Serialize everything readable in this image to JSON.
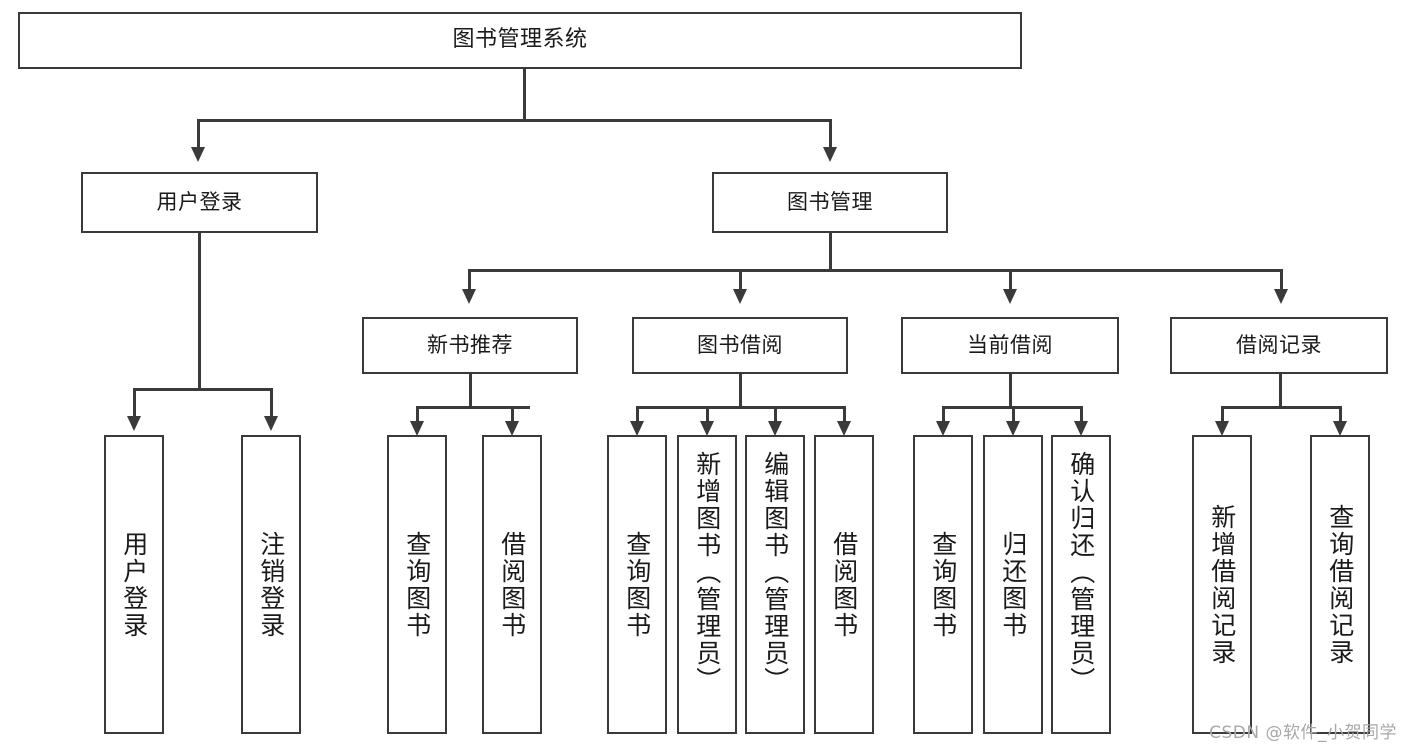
{
  "diagram": {
    "title": "图书管理系统",
    "watermark": "CSDN @软件_小贺同学",
    "colors": {
      "stroke": "#3a3a3a",
      "fill": "#ffffff",
      "text": "#1a1a1a",
      "watermark": "#a8a8a8"
    },
    "levels": {
      "root": {
        "label": "图书管理系统"
      },
      "level2": [
        {
          "label": "用户登录"
        },
        {
          "label": "图书管理"
        }
      ],
      "level3": [
        {
          "label": "新书推荐"
        },
        {
          "label": "图书借阅"
        },
        {
          "label": "当前借阅"
        },
        {
          "label": "借阅记录"
        }
      ],
      "leaves": {
        "user_login": [
          {
            "label": "用户登录"
          },
          {
            "label": "注销登录"
          }
        ],
        "new_book_recommend": [
          {
            "label": "查询图书"
          },
          {
            "label": "借阅图书"
          }
        ],
        "book_borrow": [
          {
            "label": "查询图书"
          },
          {
            "label": "新增图书（管理员）"
          },
          {
            "label": "编辑图书（管理员）"
          },
          {
            "label": "借阅图书"
          }
        ],
        "current_borrow": [
          {
            "label": "查询图书"
          },
          {
            "label": "归还图书"
          },
          {
            "label": "确认归还（管理员）"
          }
        ],
        "borrow_record": [
          {
            "label": "新增借阅记录"
          },
          {
            "label": "查询借阅记录"
          }
        ]
      }
    }
  }
}
